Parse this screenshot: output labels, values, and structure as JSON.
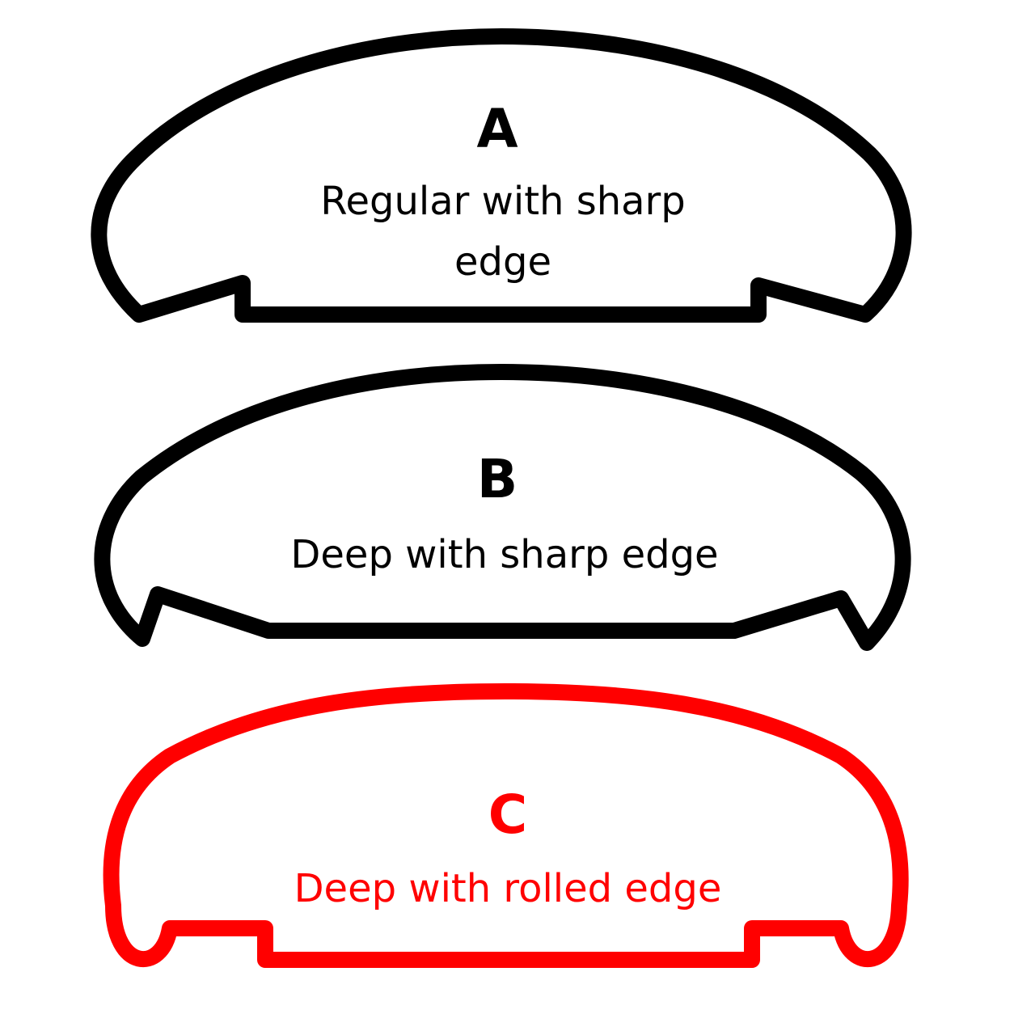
{
  "profiles": [
    {
      "letter": "A",
      "caption_line1": "Regular with sharp",
      "caption_line2": "edge",
      "color": "#000000"
    },
    {
      "letter": "B",
      "caption_line1": "Deep with sharp edge",
      "color": "#000000"
    },
    {
      "letter": "C",
      "caption_line1": "Deep with rolled edge",
      "color": "#ff0000"
    }
  ]
}
